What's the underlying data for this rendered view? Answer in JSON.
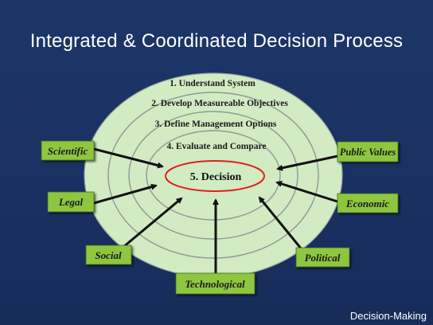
{
  "title": "Integrated & Coordinated Decision Process",
  "footer": "Decision-Making",
  "rings": [
    "1. Understand System",
    "2. Develop Measureable Objectives",
    "3. Define Management Options",
    "4. Evaluate and Compare"
  ],
  "center": "5. Decision",
  "factors": {
    "scientific": "Scientific",
    "legal": "Legal",
    "social": "Social",
    "technological": "Technological",
    "political": "Political",
    "economic": "Economic",
    "public_values": "Public Values"
  },
  "colors": {
    "background": "#1b3263",
    "ellipse_fill": "#d2ebc3",
    "ring_stroke": "#8c9a93",
    "box_fill": "#8fc63f",
    "decision_ring": "#e02020",
    "arrow": "#111111"
  }
}
